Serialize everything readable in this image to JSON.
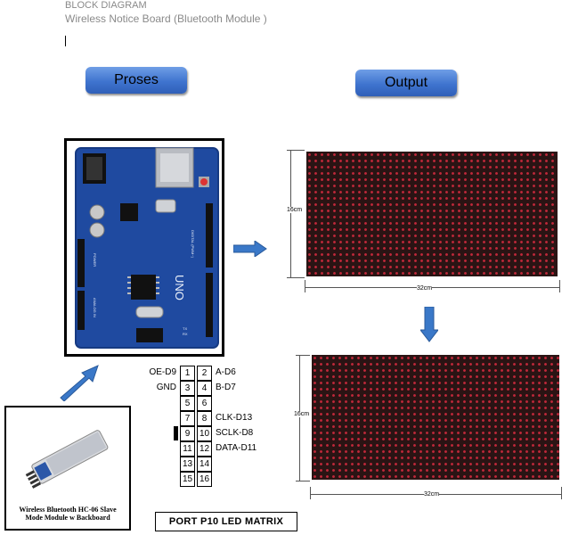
{
  "header": {
    "title": "BLOCK DIAGRAM",
    "subtitle": "Wireless Notice Board (Bluetooth Module )"
  },
  "buttons": {
    "proses": "Proses",
    "output": "Output"
  },
  "arduino": {
    "logo": "UNO",
    "power_header": "POWER",
    "analog_header": "ANALOG IN",
    "digital_header": "DIGITAL (PWM~)",
    "tx_label": "TX",
    "rx_label": "RX"
  },
  "bluetooth": {
    "caption": "Wireless Bluetooth HC-06 Slave Mode Module w Backboard"
  },
  "panels": [
    {
      "height_label": "16cm",
      "width_label": "32cm"
    },
    {
      "height_label": "16cm",
      "width_label": "32cm"
    }
  ],
  "port": {
    "title": "PORT P10 LED MATRIX",
    "rows": [
      {
        "left_label": "OE-D9",
        "pins": [
          "1",
          "2"
        ],
        "right_label": "A-D6"
      },
      {
        "left_label": "GND",
        "pins": [
          "3",
          "4"
        ],
        "right_label": "B-D7"
      },
      {
        "left_label": "",
        "pins": [
          "5",
          "6"
        ],
        "right_label": ""
      },
      {
        "left_label": "",
        "pins": [
          "7",
          "8"
        ],
        "right_label": "CLK-D13"
      },
      {
        "left_label": "",
        "pins": [
          "9",
          "10"
        ],
        "right_label": "SCLK-D8"
      },
      {
        "left_label": "",
        "pins": [
          "11",
          "12"
        ],
        "right_label": "DATA-D11"
      },
      {
        "left_label": "",
        "pins": [
          "13",
          "14"
        ],
        "right_label": ""
      },
      {
        "left_label": "",
        "pins": [
          "15",
          "16"
        ],
        "right_label": ""
      }
    ]
  },
  "colors": {
    "button_blue": "#3f74cf",
    "arrow_blue": "#3a78c8",
    "pcb_blue": "#1f4aa0",
    "led_red": "#c0283a"
  }
}
